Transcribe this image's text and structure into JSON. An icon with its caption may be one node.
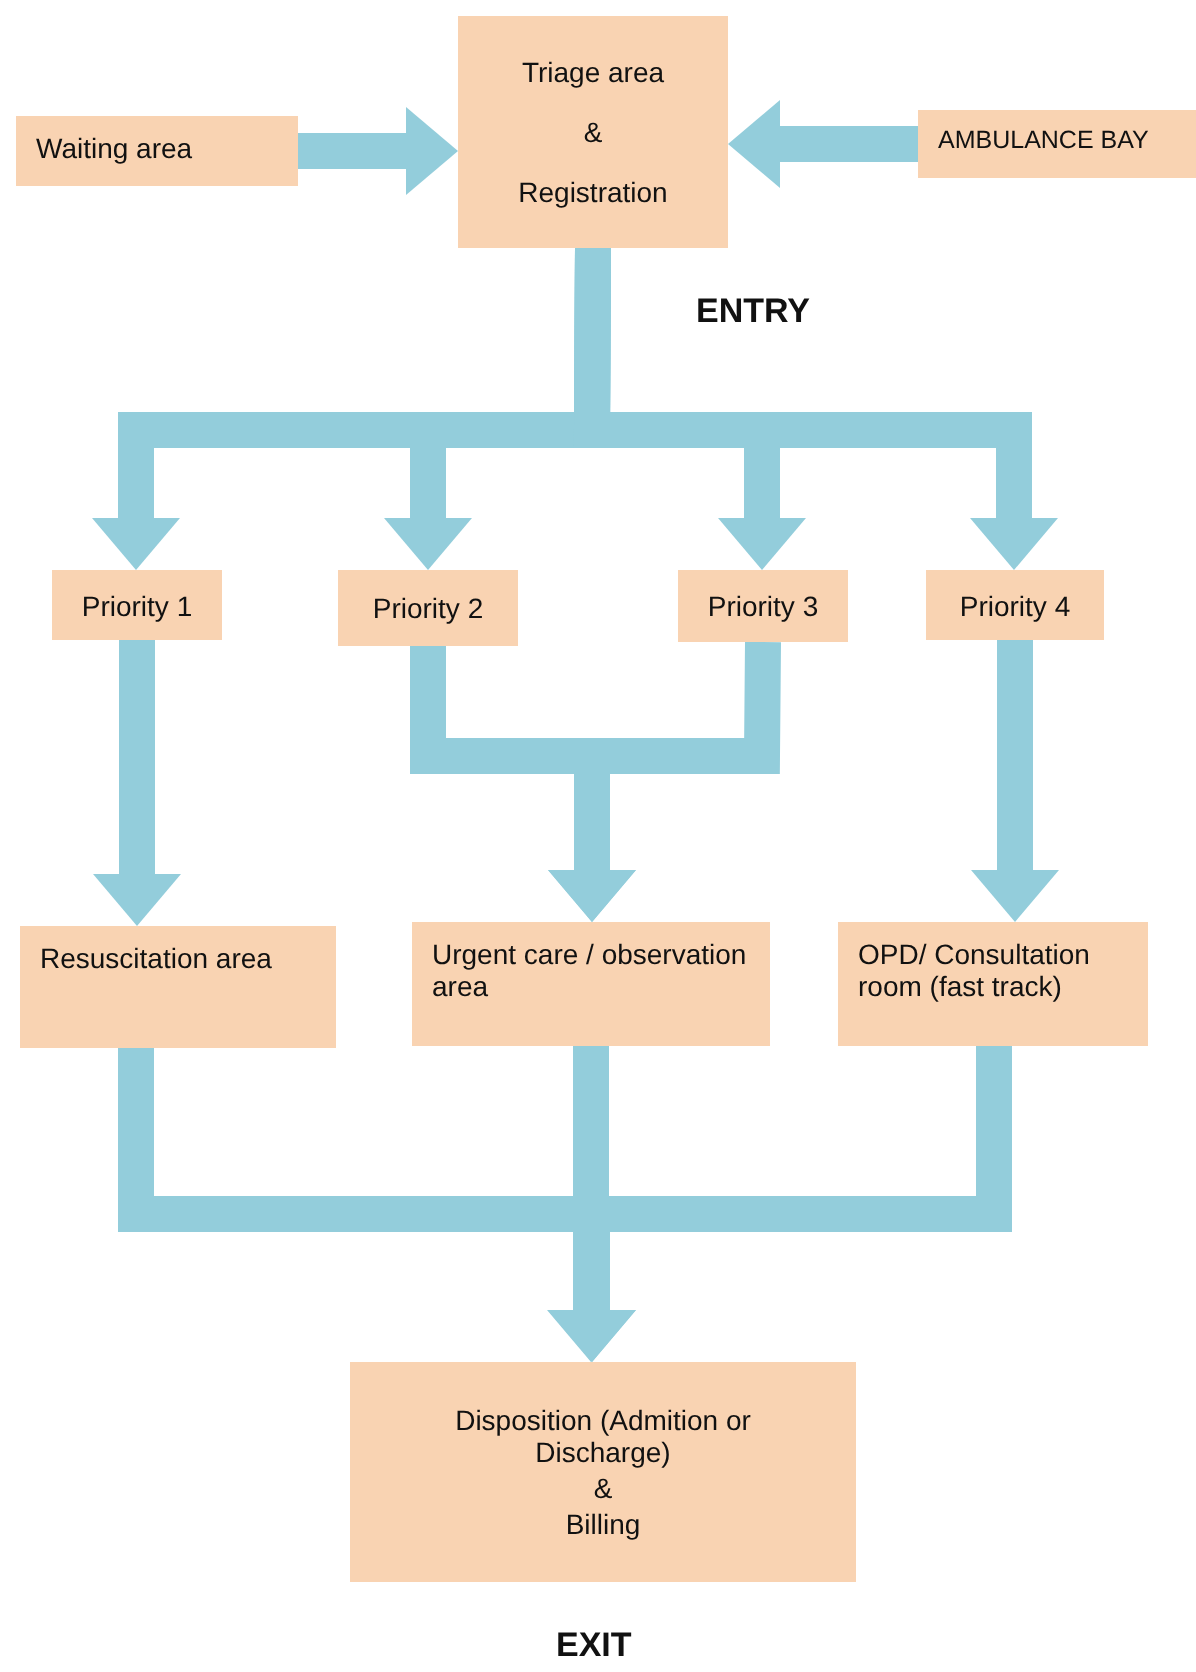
{
  "diagram": {
    "nodes": [
      {
        "text": [
          "Waiting area"
        ]
      },
      {
        "text": [
          "Triage area",
          "&",
          "Registration"
        ]
      },
      {
        "text": [
          "AMBULANCE BAY"
        ]
      },
      {
        "text": [
          "Priority 1"
        ]
      },
      {
        "text": [
          "Priority 2"
        ]
      },
      {
        "text": [
          "Priority 3"
        ]
      },
      {
        "text": [
          "Priority 4"
        ]
      },
      {
        "text": [
          "Resuscitation area"
        ]
      },
      {
        "text": [
          "Urgent care / observation area"
        ]
      },
      {
        "text": [
          "OPD/ Consultation room (fast track)"
        ]
      },
      {
        "text": [
          "Disposition (Admition or Discharge)",
          "&",
          "Billing"
        ]
      }
    ],
    "edges": [
      {
        "from": 0,
        "to": 1,
        "arrow": "to"
      },
      {
        "from": 2,
        "to": 1,
        "arrow": "to"
      },
      {
        "from": 1,
        "to": 3,
        "arrow": "to"
      },
      {
        "from": 1,
        "to": 4,
        "arrow": "to"
      },
      {
        "from": 1,
        "to": 5,
        "arrow": "to"
      },
      {
        "from": 1,
        "to": 6,
        "arrow": "to"
      },
      {
        "from": 3,
        "to": 7,
        "arrow": "to"
      },
      {
        "from": 4,
        "to": 8,
        "arrow": "to"
      },
      {
        "from": 5,
        "to": 8,
        "arrow": "to"
      },
      {
        "from": 6,
        "to": 9,
        "arrow": "to"
      },
      {
        "from": 7,
        "to": 10,
        "arrow": "to"
      },
      {
        "from": 8,
        "to": 10,
        "arrow": "to"
      },
      {
        "from": 9,
        "to": 10,
        "arrow": "to"
      }
    ],
    "labels": [
      "ENTRY",
      "EXIT"
    ]
  }
}
